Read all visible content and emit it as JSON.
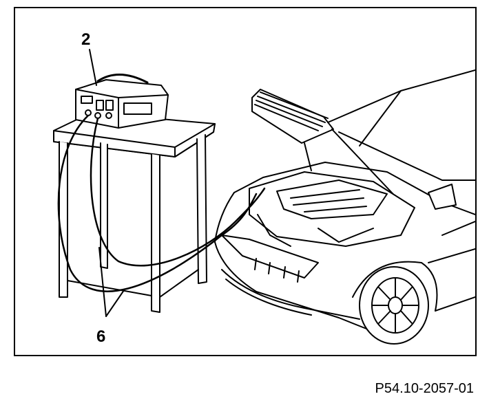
{
  "callouts": {
    "label_2": "2",
    "label_6": "6"
  },
  "figure_id": "P54.10-2057-01",
  "colors": {
    "line": "#000000",
    "background": "#ffffff"
  },
  "icons": {
    "charger": "battery-charger-icon",
    "table": "workbench-icon",
    "car": "car-open-hood-icon",
    "cables": "charging-cable-icon"
  }
}
